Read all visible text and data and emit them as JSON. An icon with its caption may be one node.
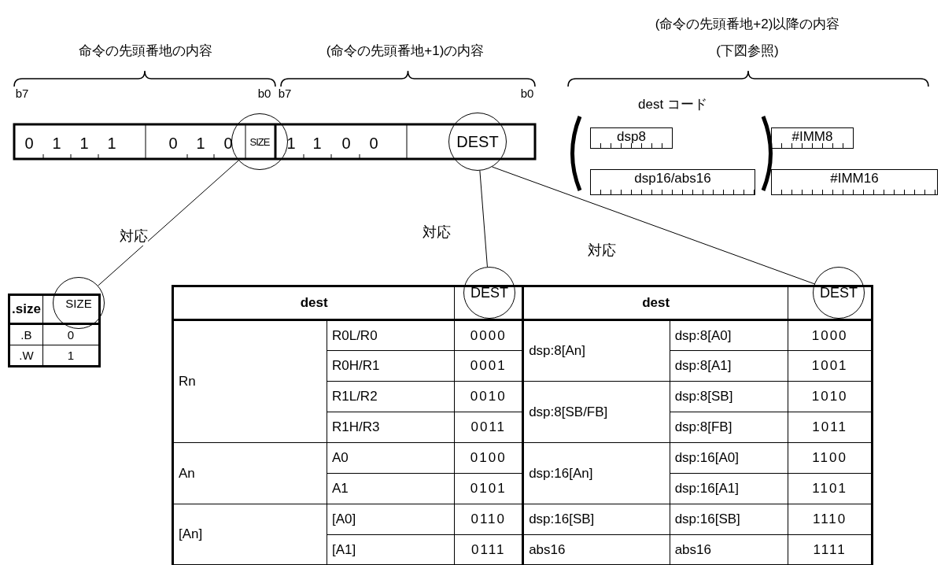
{
  "diagram": {
    "nodes": [
      {
        "text": [
          "SIZE"
        ]
      },
      {
        "text": [
          "DEST"
        ]
      },
      {
        "text": [
          "SIZE"
        ]
      },
      {
        "text": [
          "DEST"
        ]
      },
      {
        "text": [
          "DEST"
        ]
      },
      {
        "text": [
          "dsp8"
        ]
      },
      {
        "text": [
          "dsp16/abs16"
        ]
      },
      {
        "text": [
          "#IMM8"
        ]
      },
      {
        "text": [
          "#IMM16"
        ]
      }
    ],
    "edges": [
      {
        "from": 0,
        "to": 2,
        "arrow": "none",
        "label": "対応"
      },
      {
        "from": 1,
        "to": 3,
        "arrow": "none",
        "label": "対応"
      },
      {
        "from": 1,
        "to": 4,
        "arrow": "none",
        "label": "対応"
      }
    ],
    "labels": [
      "(命令の先頭番地+2)以降の内容 (下図参照)",
      "命令の先頭番地の内容",
      "(命令の先頭番地+1)の内容",
      "b7",
      "b0",
      "b7",
      "b0",
      "0",
      "1",
      "1",
      "1",
      "0",
      "1",
      "0",
      "1",
      "1",
      "0",
      "0",
      "dest コード",
      ".size",
      ".B",
      "0",
      ".W",
      "1",
      "dest",
      "dest",
      "Rn",
      "R0L/R0",
      "0000",
      "dsp:8[An]",
      "dsp:8[A0]",
      "1000",
      "R0H/R1",
      "0001",
      "dsp:8[A1]",
      "1001",
      "R1L/R2",
      "0010",
      "dsp:8[SB/FB]",
      "dsp:8[SB]",
      "1010",
      "R1H/R3",
      "0011",
      "dsp:8[FB]",
      "1011",
      "An",
      "A0",
      "0100",
      "dsp:16[An]",
      "dsp:16[A0]",
      "1100",
      "A1",
      "0101",
      "dsp:16[A1]",
      "1101",
      "[An]",
      "[A0]",
      "0110",
      "dsp:16[SB]",
      "dsp:16[SB]",
      "1110",
      "[A1]",
      "0111",
      "abs16",
      "abs16",
      "1111"
    ]
  }
}
